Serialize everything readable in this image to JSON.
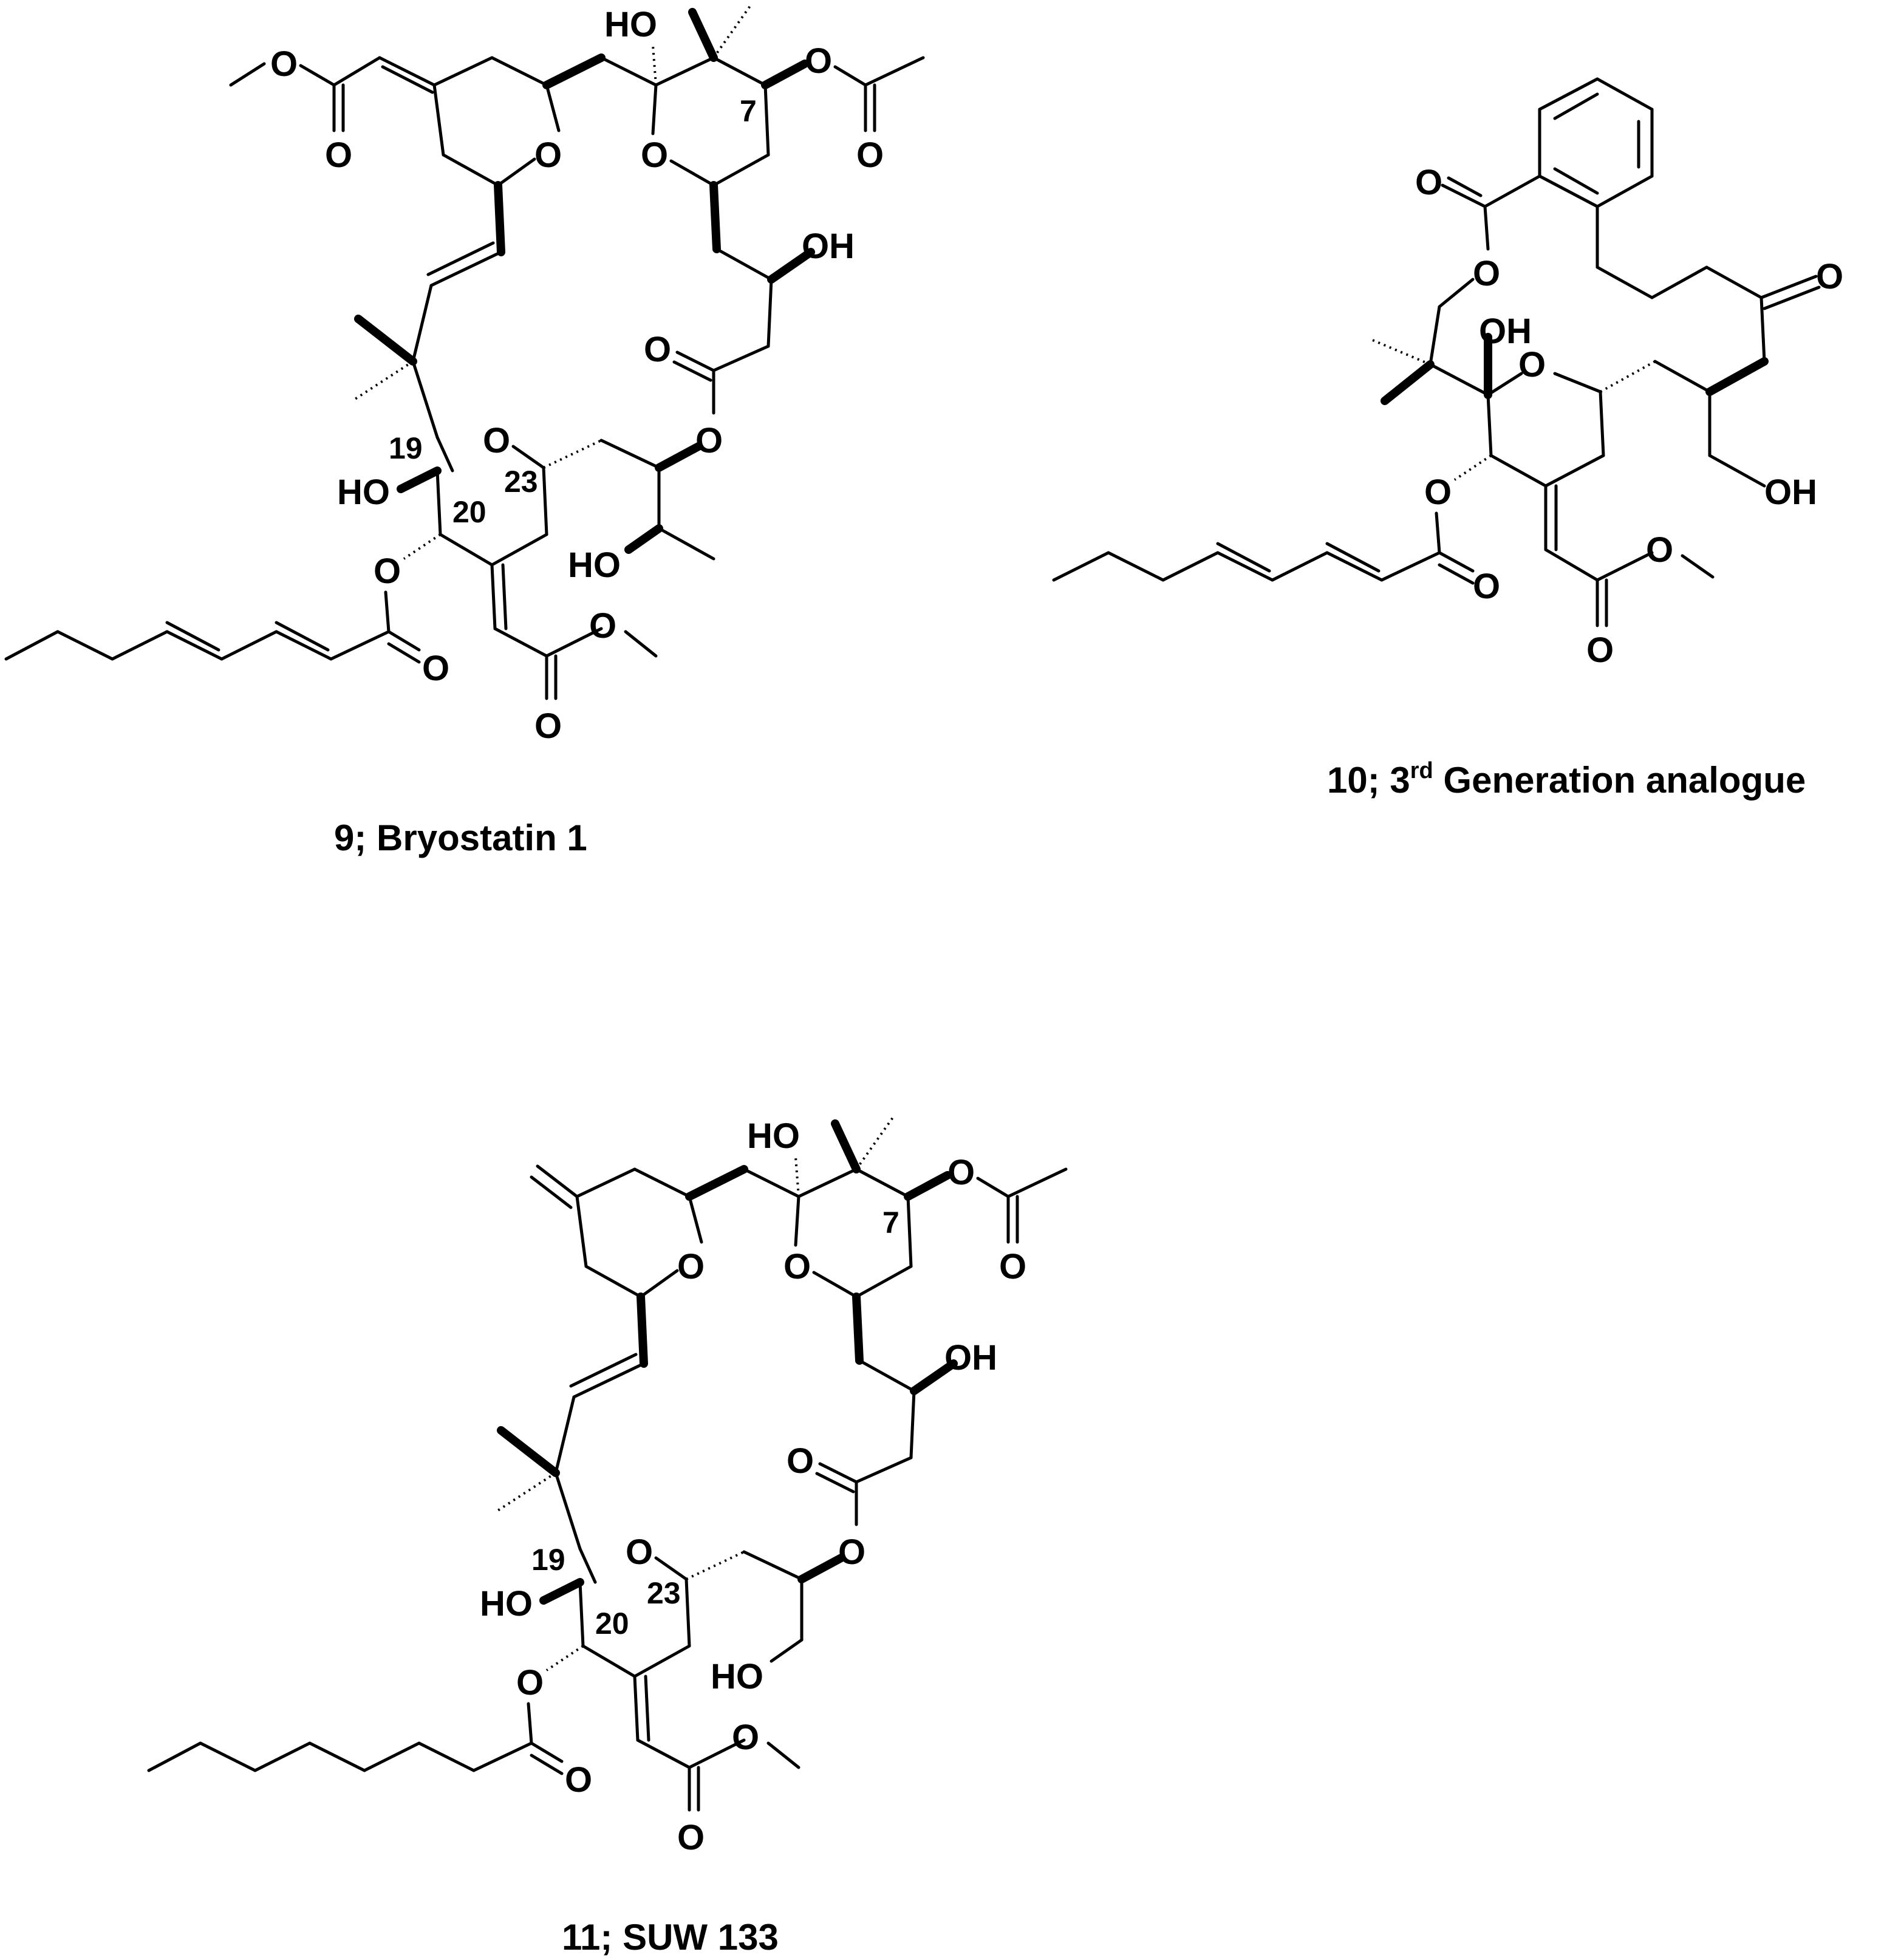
{
  "figure": {
    "compound_9": {
      "caption": "9; Bryostatin 1",
      "locants": [
        "7",
        "19",
        "20",
        "23"
      ]
    },
    "compound_10": {
      "caption_number": "10; 3",
      "caption_sup": "rd",
      "caption_rest": " Generation analogue"
    },
    "compound_11": {
      "caption": "11; SUW 133",
      "locants": [
        "7",
        "19",
        "20",
        "23"
      ]
    }
  },
  "atoms": {
    "oxygen": "O",
    "hydroxyl": "OH",
    "hydroxyl_left": "HO"
  }
}
